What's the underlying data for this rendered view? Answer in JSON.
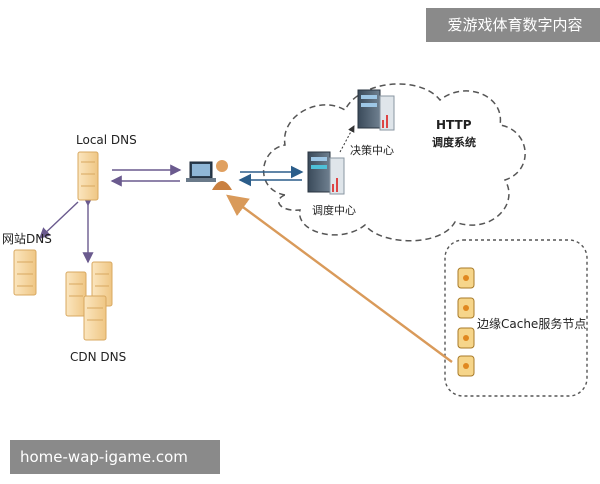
{
  "banner_top": "爱游戏体育数字内容",
  "banner_bottom": "home-wap-igame.com",
  "labels": {
    "local_dns": "Local DNS",
    "site_dns": "网站DNS",
    "cdn_dns": "CDN DNS",
    "decision_center": "决策中心",
    "http_line1": "HTTP",
    "http_line2": "调度系统",
    "dispatch_center": "调度中心",
    "edge_nodes": "边缘Cache服务节点"
  },
  "colors": {
    "server_fill": "#f6d7a0",
    "server_stroke": "#d8a860",
    "arrow_blue": "#2b5d8a",
    "arrow_purple": "#6a5a8e",
    "arrow_orange": "#d99a5a",
    "dashed": "#555555"
  }
}
